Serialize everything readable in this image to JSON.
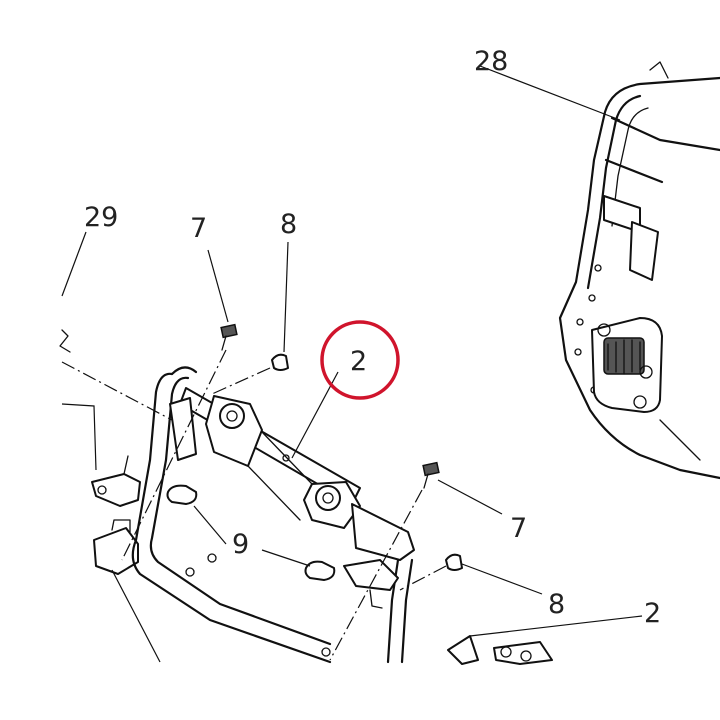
{
  "callouts": {
    "p28": "28",
    "p29": "29",
    "p7a": "7",
    "p8a": "8",
    "p2": "2",
    "p7b": "7",
    "p9": "9",
    "p8b": "8",
    "p2b": "2"
  },
  "highlight": {
    "part": "2",
    "color": "#d0142c"
  }
}
